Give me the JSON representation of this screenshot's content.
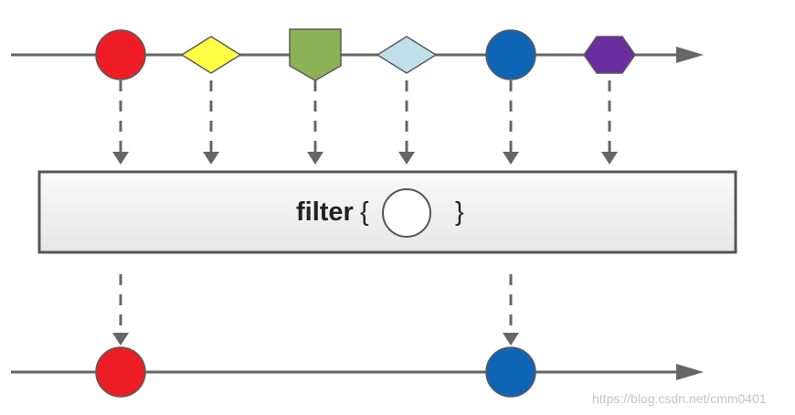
{
  "diagram": {
    "operator": {
      "name": "filter",
      "open_brace": "{",
      "close_brace": "}",
      "predicate_shape": "circle"
    },
    "input_stream": [
      {
        "shape": "circle",
        "color": "#ee1c25",
        "passes": true
      },
      {
        "shape": "diamond",
        "color": "#ffff44",
        "passes": false
      },
      {
        "shape": "pentagon",
        "color": "#8db157",
        "passes": false
      },
      {
        "shape": "diamond",
        "color": "#bfe0ea",
        "passes": false
      },
      {
        "shape": "circle",
        "color": "#0f65b5",
        "passes": true
      },
      {
        "shape": "hexagon",
        "color": "#6b2e9e",
        "passes": false
      }
    ],
    "output_stream": [
      {
        "shape": "circle",
        "color": "#ee1c25"
      },
      {
        "shape": "circle",
        "color": "#0f65b5"
      }
    ],
    "colors": {
      "line": "#666666",
      "box_fill": "#f2f2f2",
      "box_stroke": "#555555"
    }
  },
  "watermark": "https://blog.csdn.net/cmm0401"
}
